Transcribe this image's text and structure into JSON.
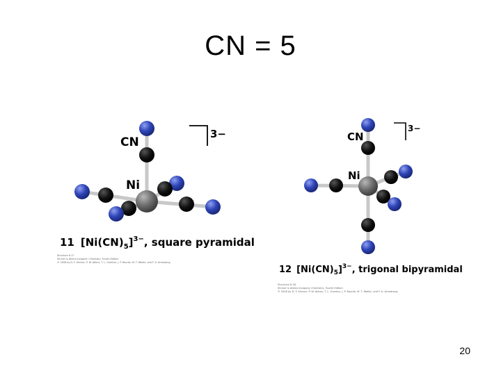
{
  "slide": {
    "title": "CN = 5",
    "number": "20"
  },
  "left_figure": {
    "cn_label": "CN",
    "ni_label": "Ni",
    "charge": "3−",
    "caption_number": "11",
    "caption_formula_main": "[Ni(CN)",
    "caption_subscript": "5",
    "caption_close": "]",
    "caption_superscript": "3−",
    "caption_text": ", square pyramidal",
    "credit_line1": "Structure 8-17",
    "credit_line2": "Shriver & Atkins Inorganic Chemistry, Fourth Edition",
    "credit_line3": "© 2006 by D. F. Shriver, P. W. Atkins, T. L. Overton, J. P. Rourke, M. T. Weller, and F. A. Armstrong"
  },
  "right_figure": {
    "cn_label": "CN",
    "ni_label": "Ni",
    "charge": "3−",
    "caption_number": "12",
    "caption_formula_main": "[Ni(CN)",
    "caption_subscript": "5",
    "caption_close": "]",
    "caption_superscript": "3−",
    "caption_text": ", trigonal bipyramidal",
    "credit_line1": "Structure 8-18",
    "credit_line2": "Shriver & Atkins Inorganic Chemistry, Fourth Edition",
    "credit_line3": "© 2006 by D. F. Shriver, P. W. Atkins, T. L. Overton, J. P. Rourke, M. T. Weller, and F. A. Armstrong"
  },
  "colors": {
    "nickel": "#6e6e6e",
    "carbon": "#111111",
    "nitrogen": "#2f45b8",
    "bond": "#c8c8c8"
  }
}
